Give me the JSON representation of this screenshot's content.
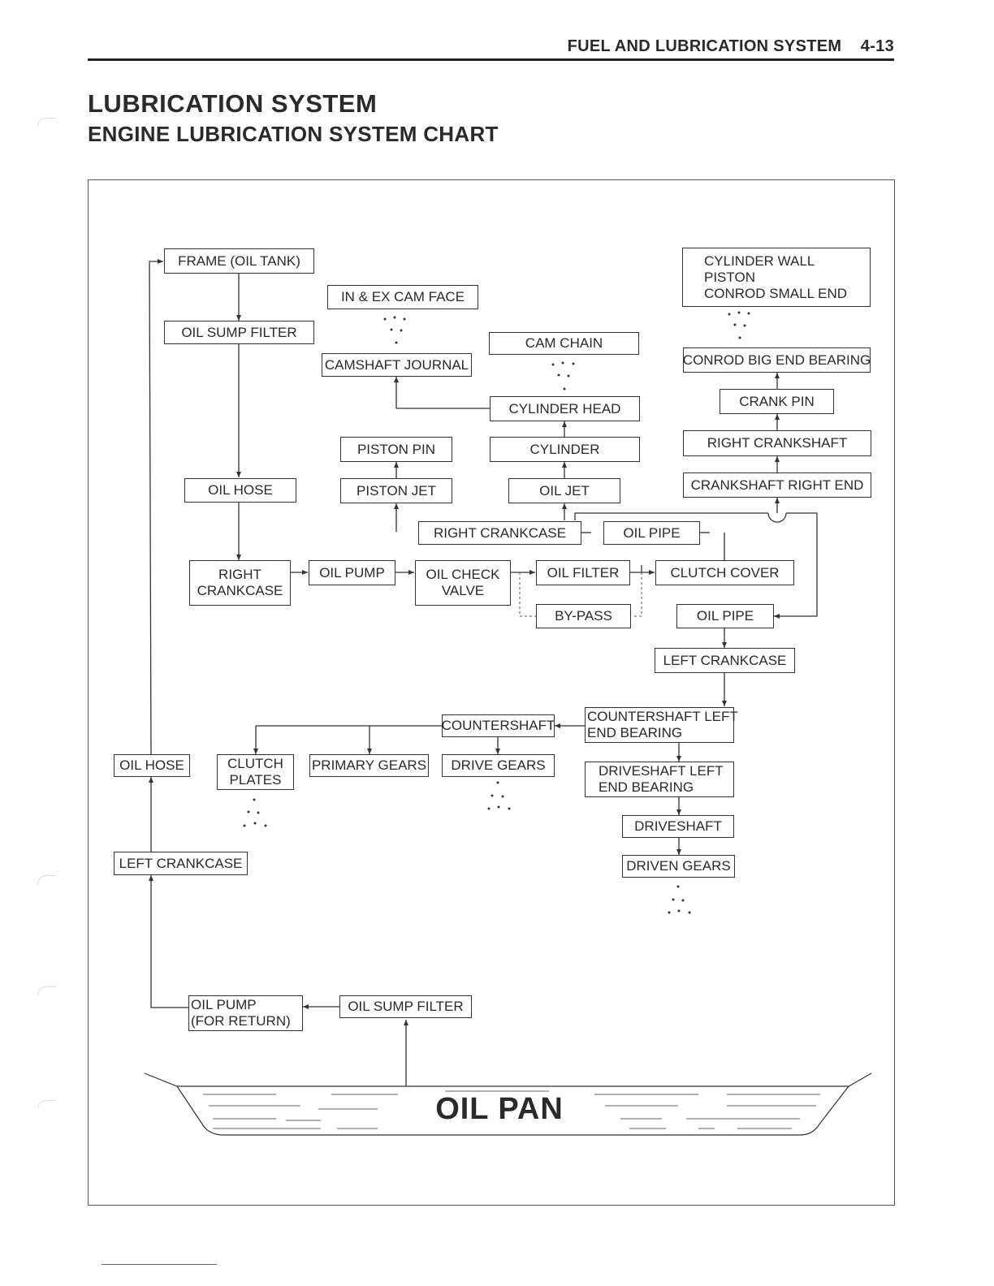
{
  "header": {
    "section": "FUEL AND LUBRICATION SYSTEM",
    "page": "4-13"
  },
  "title": "LUBRICATION SYSTEM",
  "subtitle": "ENGINE LUBRICATION SYSTEM CHART",
  "boxes": {
    "frame_oil_tank": "FRAME (OIL TANK)",
    "oil_sump_filter_top": "OIL SUMP FILTER",
    "oil_hose_top": "OIL HOSE",
    "right_crankcase_line1": "RIGHT",
    "right_crankcase_line2": "CRANKCASE",
    "oil_pump": "OIL PUMP",
    "oil_check_valve_line1": "OIL CHECK",
    "oil_check_valve_line2": "VALVE",
    "oil_filter": "OIL FILTER",
    "by_pass": "BY-PASS",
    "clutch_cover": "CLUTCH COVER",
    "oil_pipe_right": "OIL PIPE",
    "left_crankcase_mid": "LEFT CRANKCASE",
    "in_ex_cam_face": "IN & EX CAM FACE",
    "camshaft_journal": "CAMSHAFT JOURNAL",
    "cam_chain": "CAM CHAIN",
    "cylinder_head": "CYLINDER HEAD",
    "piston_pin": "PISTON PIN",
    "cylinder": "CYLINDER",
    "piston_jet": "PISTON JET",
    "oil_jet": "OIL JET",
    "right_crankcase_passage": "RIGHT CRANKCASE",
    "oil_pipe_passage": "OIL PIPE",
    "cyl_wall_line1": "CYLINDER WALL",
    "cyl_wall_line2": "PISTON",
    "cyl_wall_line3": "CONROD SMALL END",
    "conrod_big_end_bearing": "CONROD BIG END BEARING",
    "crank_pin": "CRANK PIN",
    "right_crankshaft": "RIGHT CRANKSHAFT",
    "crankshaft_right_end": "CRANKSHAFT RIGHT END",
    "countershaft_left_end_line1": "COUNTERSHAFT LEFT",
    "countershaft_left_end_line2": "END BEARING",
    "countershaft": "COUNTERSHAFT",
    "oil_hose_bottom": "OIL HOSE",
    "clutch_plates_line1": "CLUTCH",
    "clutch_plates_line2": "PLATES",
    "primary_gears": "PRIMARY GEARS",
    "drive_gears": "DRIVE GEARS",
    "driveshaft_left_end_line1": "DRIVESHAFT LEFT",
    "driveshaft_left_end_line2": "END BEARING",
    "driveshaft": "DRIVESHAFT",
    "driven_gears": "DRIVEN GEARS",
    "left_crankcase_bottom": "LEFT CRANKCASE",
    "oil_pump_return_line1": "OIL PUMP",
    "oil_pump_return_line2": "(FOR RETURN)",
    "oil_sump_filter_bottom": "OIL SUMP FILTER"
  },
  "oil_pan": "OIL PAN"
}
